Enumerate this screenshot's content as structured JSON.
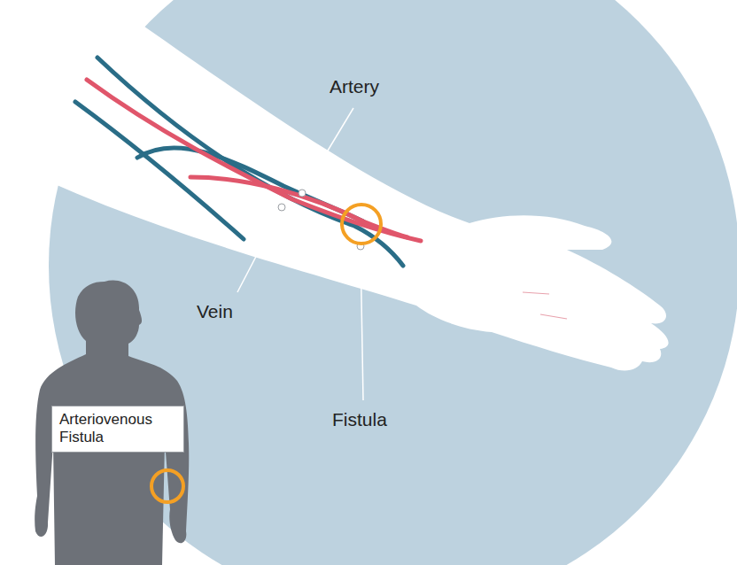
{
  "diagram": {
    "nodes": [
      {
        "text": [
          "Arteriovenous Fistula"
        ]
      }
    ],
    "labels": [
      "Artery",
      "Vein",
      "Fistula"
    ]
  }
}
